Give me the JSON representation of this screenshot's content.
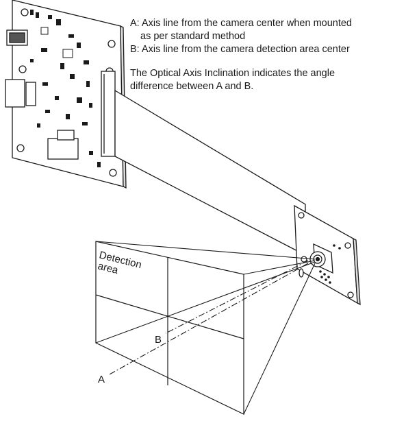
{
  "legend": {
    "line_a_1": "A: Axis line from the camera center when mounted",
    "line_a_2": "as per standard method",
    "line_b": "B: Axis line from the camera detection area center"
  },
  "note": {
    "line_1": "The Optical Axis Inclination indicates the angle",
    "line_2": "difference between A and B."
  },
  "labels": {
    "detection_1": "Detection",
    "detection_2": "area",
    "a": "A",
    "b": "B"
  },
  "colors": {
    "ink": "#1a1a1a",
    "paper": "#ffffff"
  }
}
